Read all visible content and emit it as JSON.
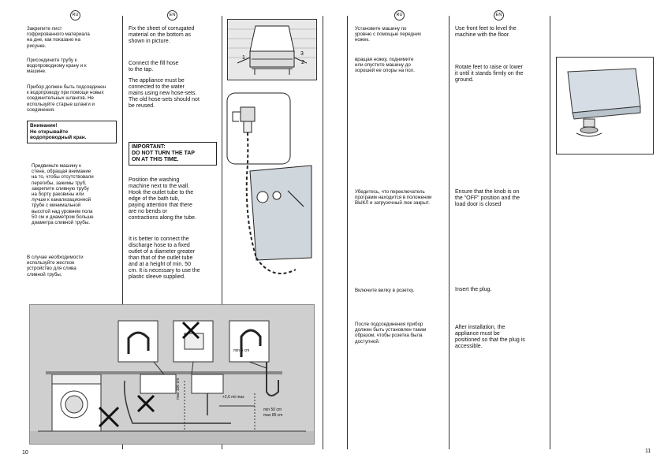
{
  "left_page": {
    "ru_badge": "RU",
    "en_badge": "EN",
    "ru": {
      "p1": "Закрепите лист\nгофрированного материала\nна дне, как показано на\nрисунке.",
      "p2": "Присоедините трубу к\nводопроводному крану и к\nмашине.",
      "p3": "Прибор должен быть подсоединен\nк водопроводу при помощи новых\nсоединительных шлангов. Не\nиспользуйте старые шланги и\nсоединения.",
      "warn": "Внимание!\nНе открывайте\nводопроводный кран.",
      "p4": "Придвиньте машину к\nстене, обращая внимание\nна то, чтобы отсутствовали\nперегибы, зажимы труб,\nзакрепите сливную трубу\nна борту раковины или\nлучше к канализационной\nтрубе с минимальной\nвысотой над уровнем пола\n50 см и диаметром больше\nдиаметра сливной трубы.",
      "p5": "В случае необходимости\nиспользуйте жесткое\nустройство для слива\nсливной трубы."
    },
    "en": {
      "p1": "Fix the sheet of corrugated\nmaterial on the bottom as\nshown in picture.",
      "p2": "Connect the fill hose\nto the tap.",
      "p3": "The appliance must be\nconnected to the water\nmains using new hose-sets.\nThe old hose-sets should not\nbe reused.",
      "warn": "IMPORTANT:\nDO NOT TURN THE TAP\nON AT THIS TIME.",
      "p4": "Position the washing\nmachine next to the wall.\nHook the outlet tube to the\nedge of the bath tub,\npaying attention that there\nare no bends or\ncontractions along the tube.",
      "p5": "It is better to connect the\ndischarge hose to a fixed\noutlet of a diameter greater\nthan that of the outlet tube\nand at a height of min. 50\ncm. It is necessary to use the\nplastic sleeve supplied."
    },
    "fig_labels": {
      "min4": "min 4 cm",
      "max100": "max 100 cm",
      "max26": "+2,6 mt max",
      "min50": "min 50 cm",
      "max85": "max 85 cm",
      "step1": "1",
      "step2": "2",
      "step3": "3"
    },
    "page_number": "10"
  },
  "right_page": {
    "ru_badge": "RU",
    "en_badge": "EN",
    "ru": {
      "p1": "Установите машину по\nуровню с помощью передних\nножек.",
      "p2": "вращая ножку, поднимите\nили опустите машину до\nхорошей ее опоры на пол.",
      "p3": "Убедитесь, что переключатель\nпрограмм находится в положении\nВЫКЛ и загрузочный люк закрыт.",
      "p4": "Включите вилку в розетку.",
      "p5": "После подсоединения прибор\nдолжен быть установлен таким\nобразом, чтобы розетка была\nдоступной."
    },
    "en": {
      "p1": "Use front feet to level the\nmachine with the floor.",
      "p2": "Rotate feet to raise or lower\nit until it stands firmly on the\nground.",
      "p3": "Ensure that the knob is on\nthe \"OFF\" position and the\nload door is closed",
      "p4": "Insert the plug.",
      "p5": "After installation, the\nappliance must be\npositioned so that the plug is\naccessible."
    },
    "page_number": "11"
  }
}
